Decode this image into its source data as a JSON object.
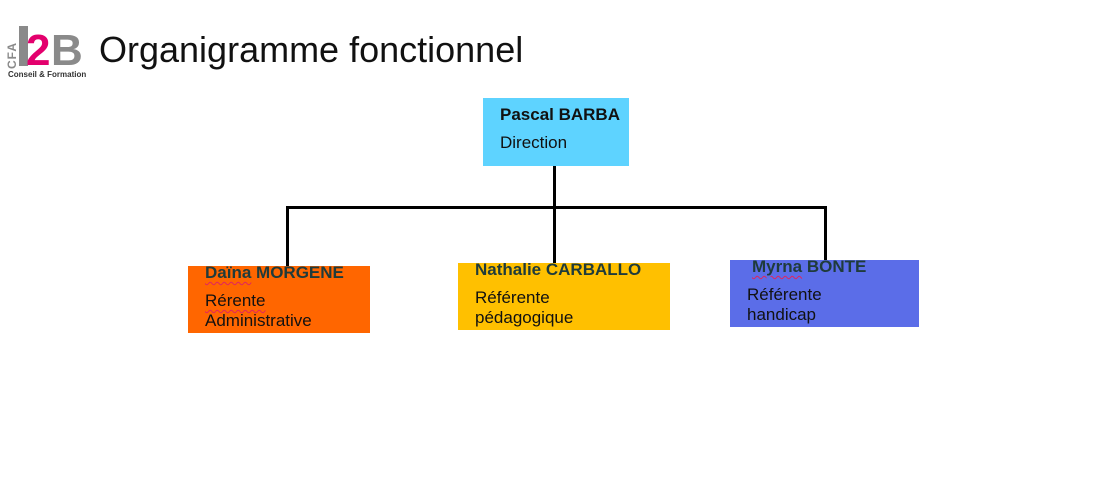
{
  "header": {
    "title": "Organigramme fonctionnel"
  },
  "logo": {
    "top_text": "CFA",
    "main_text": "l2B",
    "subtitle": "Conseil & Formation",
    "colors": {
      "gray": "#8a8a8a",
      "pink": "#e3006d"
    }
  },
  "chart": {
    "director": {
      "name": "Pascal BARBA",
      "role": "Direction",
      "color": "#5ed3ff"
    },
    "members": [
      {
        "name_first": "Daïna",
        "name_last": "MORGENE",
        "role_line1": "Rérente",
        "role_line2": "Administrative",
        "color": "#ff6600"
      },
      {
        "name_first": "Nathalie",
        "name_last": "CARBALLO",
        "role_line1": "Référente",
        "role_line2": "pédagogique",
        "color": "#ffc000"
      },
      {
        "name_first": "Myrna",
        "name_last": "BONTE",
        "role_line1": "Référente",
        "role_line2": "handicap",
        "color": "#5b6de8"
      }
    ]
  }
}
